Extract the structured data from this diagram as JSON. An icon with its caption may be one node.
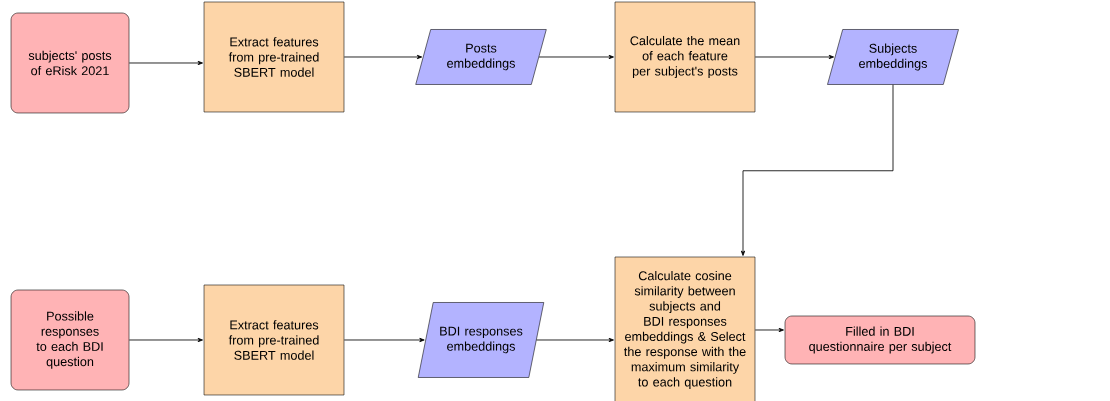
{
  "diagram": {
    "nodes": [
      {
        "text": [
          "subjects' posts of eRisk 2021"
        ]
      },
      {
        "text": [
          "Extract features from pre-trained SBERT model"
        ]
      },
      {
        "text": [
          "Posts embeddings"
        ]
      },
      {
        "text": [
          "Calculate the mean of each feature per subject's posts"
        ]
      },
      {
        "text": [
          "Subjects embeddings"
        ]
      },
      {
        "text": [
          "Possible responses to each BDI question"
        ]
      },
      {
        "text": [
          "Extract features from pre-trained SBERT model"
        ]
      },
      {
        "text": [
          "BDI responses embeddings"
        ]
      },
      {
        "text": [
          "Calculate cosine similarity between subjects and BDI responses embeddings & Select the response with the maximum similarity to each question"
        ]
      },
      {
        "text": [
          "Filled in BDI questionnaire per subject"
        ]
      }
    ],
    "edges": [
      {
        "from": 0,
        "to": 1,
        "arrow": "to"
      },
      {
        "from": 1,
        "to": 2,
        "arrow": "to"
      },
      {
        "from": 2,
        "to": 3,
        "arrow": "to"
      },
      {
        "from": 3,
        "to": 4,
        "arrow": "to"
      },
      {
        "from": 4,
        "to": 8,
        "arrow": "to"
      },
      {
        "from": 5,
        "to": 6,
        "arrow": "to"
      },
      {
        "from": 6,
        "to": 7,
        "arrow": "to"
      },
      {
        "from": 7,
        "to": 8,
        "arrow": "to"
      },
      {
        "from": 8,
        "to": 9,
        "arrow": "to"
      }
    ]
  }
}
